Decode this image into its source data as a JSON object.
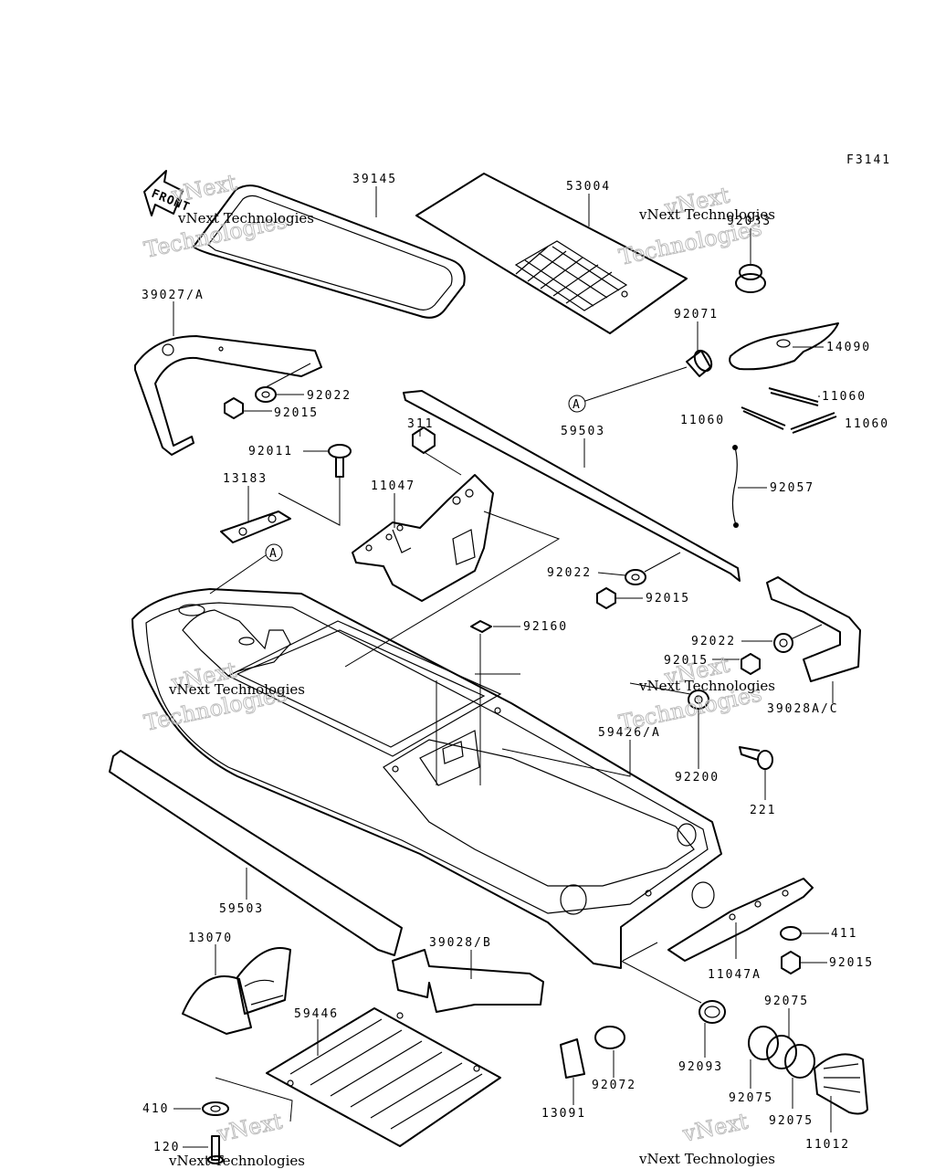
{
  "figure_code": "F3141",
  "front_label": "FRONT",
  "callout_letter": "A",
  "watermark": {
    "line1": "vNext Technologies",
    "big_line1": "vNext",
    "big_line2": "Technologies"
  },
  "part_numbers": {
    "p39145": "39145",
    "p53004": "53004",
    "p92033": "92033",
    "p39027a": "39027/A",
    "p92071": "92071",
    "p14090": "14090",
    "p92022_a": "92022",
    "p92015_a": "92015",
    "p11060_a": "11060",
    "p11060_b": "11060",
    "p11060_c": "11060",
    "p311": "311",
    "p59503_top": "59503",
    "p92011": "92011",
    "p13183": "13183",
    "p11047": "11047",
    "p92057": "92057",
    "p92022_b": "92022",
    "p92015_b": "92015",
    "p92160": "92160",
    "p92022_c": "92022",
    "p92015_c": "92015",
    "p39028ac": "39028A/C",
    "p59426a": "59426/A",
    "p92200": "92200",
    "p221": "221",
    "p59503_bot": "59503",
    "p13070": "13070",
    "p39028b": "39028/B",
    "p411": "411",
    "p92015_d": "92015",
    "p11047a": "11047A",
    "p92075_a": "92075",
    "p59446": "59446",
    "p92093": "92093",
    "p410": "410",
    "p13091": "13091",
    "p92072": "92072",
    "p92075_b": "92075",
    "p92075_c": "92075",
    "p11012": "11012",
    "p120": "120"
  }
}
